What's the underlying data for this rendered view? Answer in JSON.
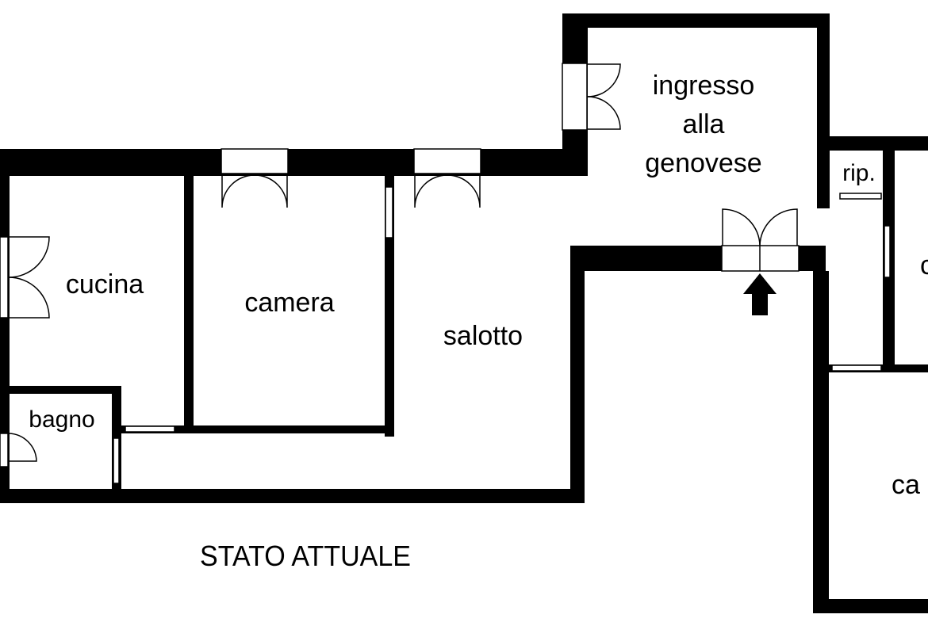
{
  "rooms": {
    "ingresso_line1": "ingresso",
    "ingresso_line2": "alla",
    "ingresso_line3": "genovese",
    "rip": "rip.",
    "cucina": "cucina",
    "camera": "camera",
    "salotto": "salotto",
    "bagno": "bagno",
    "right_partial_top": "c",
    "right_partial_bottom": "ca"
  },
  "caption": "STATO ATTUALE",
  "colors": {
    "wall": "#000000",
    "background": "#ffffff"
  },
  "icons": {
    "entrance": "up-arrow-icon"
  }
}
